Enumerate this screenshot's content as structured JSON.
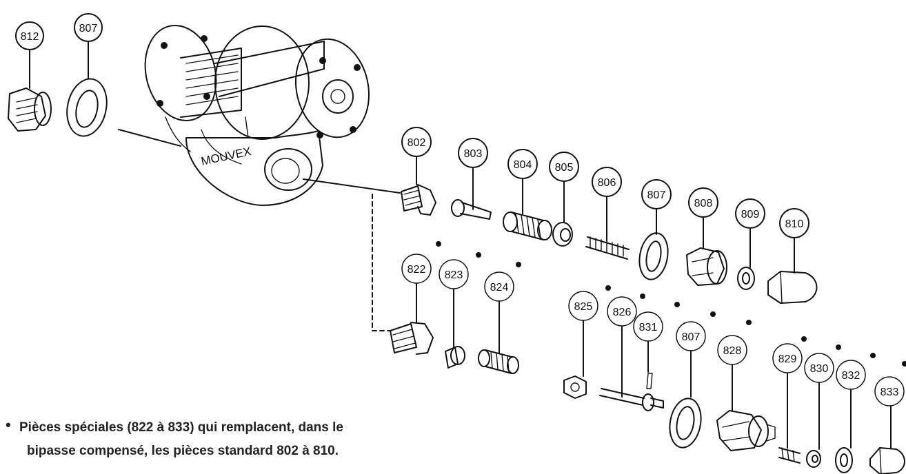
{
  "figure": {
    "brand_text": "MOUVEX",
    "callouts": {
      "c812": "812",
      "c807a": "807",
      "c802": "802",
      "c803": "803",
      "c804": "804",
      "c805": "805",
      "c806": "806",
      "c807b": "807",
      "c808": "808",
      "c809": "809",
      "c810": "810",
      "c822": "822",
      "c823": "823",
      "c824": "824",
      "c825": "825",
      "c826": "826",
      "c831": "831",
      "c807c": "807",
      "c828": "828",
      "c829": "829",
      "c830": "830",
      "c832": "832",
      "c833": "833"
    },
    "note": {
      "bullet": "•",
      "line1": "Pièces spéciales (822 à 833) qui remplacent, dans le",
      "line2": "bipasse compensé, les pièces standard 802 à 810."
    }
  }
}
